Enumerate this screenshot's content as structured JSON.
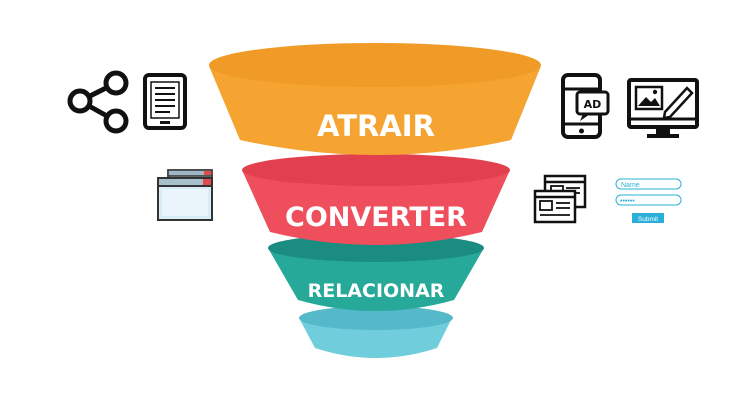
{
  "funnel": {
    "stages": [
      {
        "label": "ATRAIR",
        "color": "#f5a432",
        "dark": "#e38f1c"
      },
      {
        "label": "CONVERTER",
        "color": "#ef4f5c",
        "dark": "#d83a48"
      },
      {
        "label": "RELACIONAR",
        "color": "#27a99a",
        "dark": "#1b8c80"
      },
      {
        "label": "",
        "color": "#6fcddc",
        "dark": "#55b9c9"
      }
    ]
  },
  "form": {
    "name_placeholder": "Name",
    "password_mask": "••••••",
    "submit_label": "Submit",
    "accent": "#2ab0d8"
  },
  "ad_badge": "AD",
  "icons": {
    "left_top": [
      "share-icon",
      "ebook-reader-icon"
    ],
    "left_middle": [
      "browser-window-icon"
    ],
    "right_top": [
      "phone-ad-icon",
      "monitor-edit-icon"
    ],
    "right_middle": [
      "landing-page-icon",
      "login-form-icon"
    ]
  }
}
